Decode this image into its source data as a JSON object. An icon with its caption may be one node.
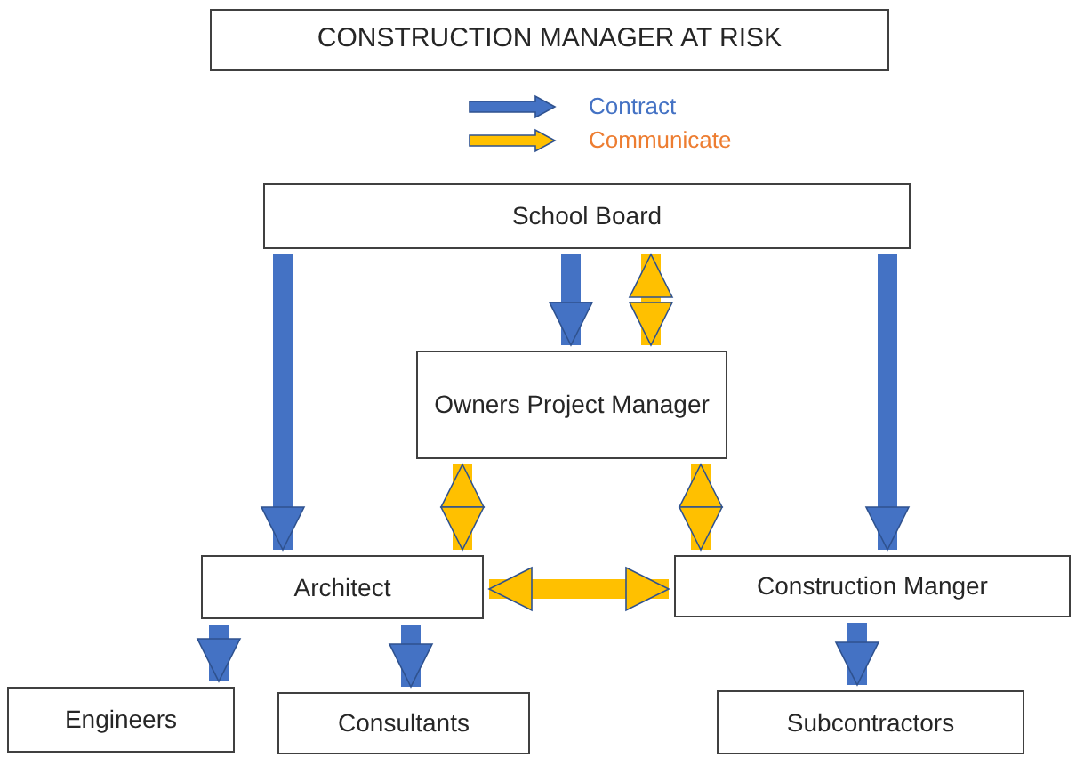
{
  "diagram": {
    "title": "CONSTRUCTION MANAGER AT RISK",
    "nodes": [
      {
        "text": [
          "School Board"
        ]
      },
      {
        "text": [
          "Owners Project Manager"
        ]
      },
      {
        "text": [
          "Architect"
        ]
      },
      {
        "text": [
          "Construction Manger"
        ]
      },
      {
        "text": [
          "Engineers"
        ]
      },
      {
        "text": [
          "Consultants"
        ]
      },
      {
        "text": [
          "Subcontractors"
        ]
      }
    ],
    "edges": [
      {
        "from": 0,
        "to": 2,
        "arrow": "to"
      },
      {
        "from": 0,
        "to": 1,
        "arrow": "to"
      },
      {
        "from": 0,
        "to": 1,
        "arrow": "both",
        "color": "#ffc000"
      },
      {
        "from": 0,
        "to": 3,
        "arrow": "to"
      },
      {
        "from": 1,
        "to": 2,
        "arrow": "both",
        "color": "#ffc000"
      },
      {
        "from": 1,
        "to": 3,
        "arrow": "both",
        "color": "#ffc000"
      },
      {
        "from": 2,
        "to": 3,
        "arrow": "both",
        "color": "#ffc000"
      },
      {
        "from": 2,
        "to": 4,
        "arrow": "to"
      },
      {
        "from": 2,
        "to": 5,
        "arrow": "to"
      },
      {
        "from": 3,
        "to": 6,
        "arrow": "to"
      }
    ],
    "legend": [
      {
        "text": "Contract",
        "color": "#4472c4"
      },
      {
        "text": "Communicate",
        "color": "#ffc000"
      }
    ]
  }
}
